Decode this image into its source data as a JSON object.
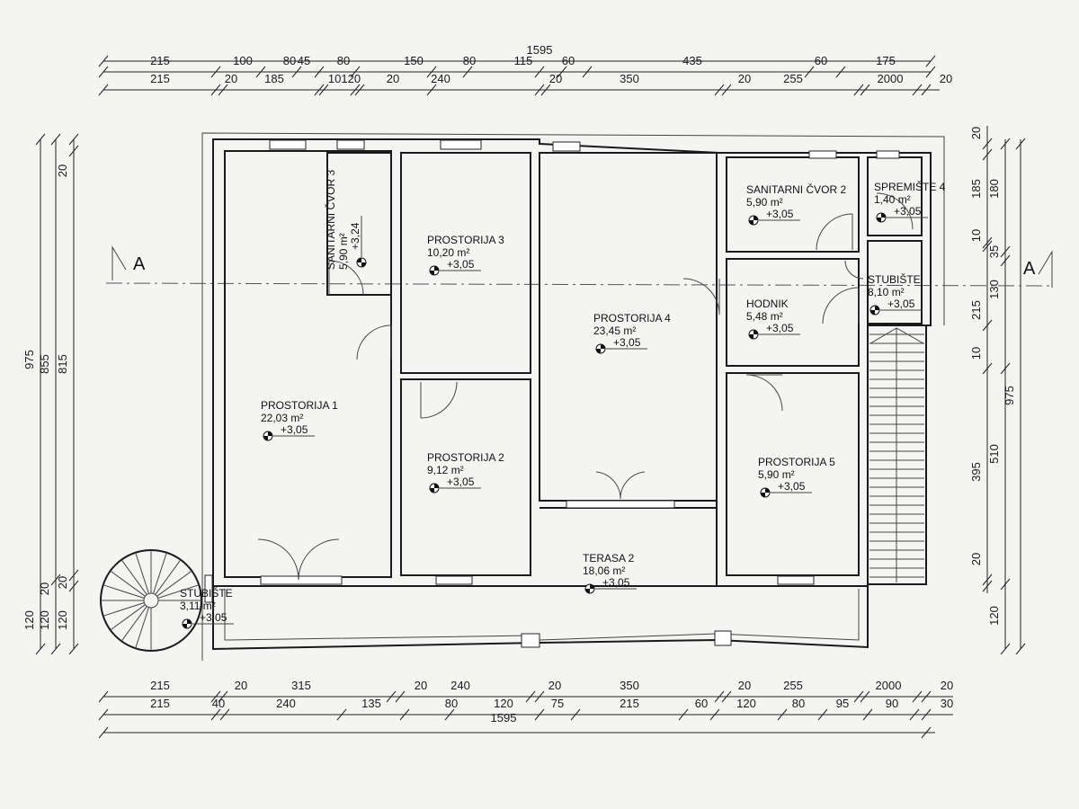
{
  "plan": {
    "dims_top": [
      [
        "1595"
      ],
      [
        "215",
        "100",
        "80",
        "45",
        "80",
        "150",
        "80",
        "115",
        "60",
        "435",
        "60",
        "175"
      ],
      [
        "215",
        "20",
        "185",
        "10120",
        "20",
        "240",
        "20",
        "350",
        "20",
        "255",
        "2000",
        "20"
      ]
    ],
    "dims_bottom": [
      [
        "215",
        "20",
        "315",
        "20",
        "240",
        "20",
        "350",
        "20",
        "255",
        "2000",
        "20"
      ],
      [
        "215",
        "40",
        "240",
        "135",
        "80",
        "120",
        "75",
        "215",
        "60",
        "120",
        "80",
        "95",
        "90",
        "30"
      ],
      [
        "1595"
      ]
    ],
    "dims_left": [
      [
        "975",
        "120"
      ],
      [
        "855",
        "20",
        "120"
      ],
      [
        "20",
        "815",
        "20",
        "120"
      ]
    ],
    "dims_right": [
      [
        "20",
        "185",
        "10",
        "215",
        "10",
        "395",
        "20"
      ],
      [
        "180",
        "35",
        "130",
        "510",
        "120"
      ],
      [
        "975"
      ]
    ],
    "section_label": "A",
    "rooms": [
      {
        "name": "PROSTORIJA 1",
        "area": "22,03 m²",
        "level": "+3,05"
      },
      {
        "name": "SANITARNI ČVOR 3",
        "area": "5,90 m²",
        "level": "+3,24"
      },
      {
        "name": "PROSTORIJA 3",
        "area": "10,20 m²",
        "level": "+3,05"
      },
      {
        "name": "PROSTORIJA 4",
        "area": "23,45 m²",
        "level": "+3,05"
      },
      {
        "name": "SANITARNI ČVOR 2",
        "area": "5,90 m²",
        "level": "+3,05"
      },
      {
        "name": "SPREMIŠTE 4",
        "area": "1,40 m²",
        "level": "+3,05"
      },
      {
        "name": "HODNIK",
        "area": "5,48 m²",
        "level": "+3,05"
      },
      {
        "name": "STUBIŠTE",
        "area": "8,10 m²",
        "level": "+3,05"
      },
      {
        "name": "PROSTORIJA 2",
        "area": "9,12 m²",
        "level": "+3,05"
      },
      {
        "name": "PROSTORIJA 5",
        "area": "5,90 m²",
        "level": "+3,05"
      },
      {
        "name": "TERASA 2",
        "area": "18,06 m²",
        "level": "+3,05"
      },
      {
        "name": "STUBIŠTE",
        "area": "3,11 m²",
        "level": "+3,05"
      }
    ]
  }
}
